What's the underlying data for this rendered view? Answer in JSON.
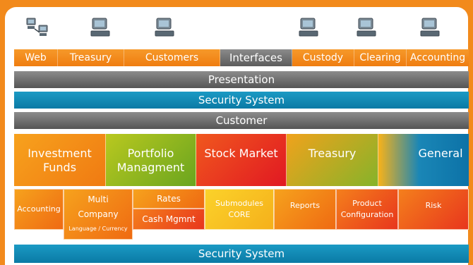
{
  "icons": [
    "network-computers-icon",
    "computer-icon",
    "computer-icon",
    "computer-icon",
    "computer-icon",
    "computer-icon"
  ],
  "tabs": [
    "Web",
    "Treasury",
    "Customers",
    "Interfaces",
    "Custody",
    "Clearing",
    "Accounting"
  ],
  "layers": {
    "presentation": "Presentation",
    "security_top": "Security System",
    "customer": "Customer",
    "security_bottom": "Security System"
  },
  "modules": [
    {
      "line1": "Investment",
      "line2": "Funds"
    },
    {
      "line1": "Portfolio",
      "line2": "Managment"
    },
    {
      "line1": "Stock Market",
      "line2": ""
    },
    {
      "line1": "Treasury",
      "line2": ""
    },
    {
      "line1": "General",
      "line2": ""
    }
  ],
  "submodules": {
    "accounting": "Accounting",
    "multi_company": {
      "line1": "Multi",
      "line2": "Company",
      "line3": "Language / Currency"
    },
    "rates": "Rates",
    "cash_mgmt": "Cash Mgmnt",
    "core": {
      "line1": "Submodules",
      "line2": "CORE"
    },
    "reports": "Reports",
    "product_config": {
      "line1": "Product",
      "line2": "Configuration"
    },
    "risk": "Risk"
  },
  "colors": {
    "background": "#f28a1c",
    "tab_active": "#707070",
    "security": "#0f88b4"
  }
}
